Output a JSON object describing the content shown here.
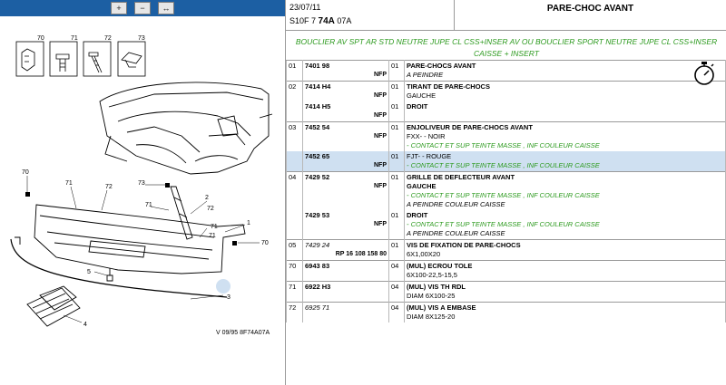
{
  "toolbar": {
    "zoom_in": "+",
    "zoom_out": "−",
    "zoom_fit": "↔"
  },
  "diagram": {
    "part_numbers_top": [
      "70",
      "71",
      "72",
      "73"
    ],
    "callouts": [
      "70",
      "71",
      "72",
      "73",
      "71",
      "2",
      "71",
      "1",
      "70",
      "5",
      "3",
      "4",
      "72",
      "71"
    ],
    "footnote": "V 09/95 8F74A07A"
  },
  "header": {
    "date": "23/07/11",
    "ref_prefix": "S10F 7 ",
    "ref_bold": "74A",
    "ref_suffix": " 07A",
    "title": "PARE-CHOC AVANT"
  },
  "banner": "BOUCLIER AV SPT AR STD NEUTRE JUPE CL CSS+INSER AV OU BOUCLIER SPORT NEUTRE JUPE CL CSS+INSER CAISSE + INSERT",
  "groups": [
    {
      "num": "01",
      "rows": [
        {
          "ref": "7401 98",
          "ref2": "NFP",
          "qty": "01",
          "title": "PARE-CHOCS AVANT",
          "lines": [
            {
              "t": "A PEINDRE",
              "c": "it"
            }
          ]
        }
      ]
    },
    {
      "num": "02",
      "rows": [
        {
          "ref": "7414 H4",
          "ref2": "NFP",
          "qty": "01",
          "title": "TIRANT DE PARE-CHOCS",
          "lines": [
            {
              "t": "GAUCHE",
              "c": "plain"
            }
          ]
        },
        {
          "ref": "7414 H5",
          "ref2": "NFP",
          "qty": "01",
          "title": "DROIT",
          "lines": []
        }
      ]
    },
    {
      "num": "03",
      "rows": [
        {
          "ref": "7452 54",
          "ref2": "NFP",
          "qty": "01",
          "title": "ENJOLIVEUR DE PARE-CHOCS AVANT",
          "lines": [
            {
              "t": "FXX- - NOIR",
              "c": "plain"
            },
            {
              "t": "- CONTACT ET SUP TEINTE MASSE , INF COULEUR CAISSE",
              "c": "gr"
            }
          ]
        },
        {
          "ref": "7452 65",
          "ref2": "NFP",
          "qty": "01",
          "title": "",
          "lines": [
            {
              "t": "FJT- - ROUGE",
              "c": "plain"
            },
            {
              "t": "- CONTACT ET SUP TEINTE MASSE , INF COULEUR CAISSE",
              "c": "gr"
            }
          ],
          "highlight": true
        }
      ]
    },
    {
      "num": "04",
      "rows": [
        {
          "ref": "7429 52",
          "ref2": "NFP",
          "qty": "01",
          "title": "GRILLE DE DEFLECTEUR AVANT",
          "lines": [
            {
              "t": "GAUCHE",
              "c": "bold"
            },
            {
              "t": "- CONTACT ET SUP TEINTE MASSE , INF COULEUR CAISSE",
              "c": "gr"
            },
            {
              "t": "A PEINDRE COULEUR CAISSE",
              "c": "it"
            }
          ]
        },
        {
          "ref": "7429 53",
          "ref2": "NFP",
          "qty": "01",
          "title": "DROIT",
          "lines": [
            {
              "t": "- CONTACT ET SUP TEINTE MASSE , INF COULEUR CAISSE",
              "c": "gr"
            },
            {
              "t": "A PEINDRE COULEUR CAISSE",
              "c": "it"
            }
          ]
        }
      ]
    },
    {
      "num": "05",
      "rows": [
        {
          "ref": "7429 24",
          "ref_italic": true,
          "ref2": "RP 16 108 158 80",
          "qty": "01",
          "title": "VIS DE FIXATION DE PARE-CHOCS",
          "lines": [
            {
              "t": "6X1,00X20",
              "c": "plain"
            }
          ]
        }
      ]
    },
    {
      "num": "70",
      "rows": [
        {
          "ref": "6943 83",
          "ref2": "",
          "qty": "04",
          "title": "(MUL) ECROU TOLE",
          "lines": [
            {
              "t": "6X100-22,5-15,5",
              "c": "plain"
            }
          ]
        }
      ]
    },
    {
      "num": "71",
      "rows": [
        {
          "ref": "6922 H3",
          "ref2": "",
          "qty": "04",
          "title": "(MUL) VIS TH RDL",
          "lines": [
            {
              "t": "DIAM 6X100-25",
              "c": "plain"
            }
          ]
        }
      ]
    },
    {
      "num": "72",
      "rows": [
        {
          "ref": "6925 71",
          "ref_italic": true,
          "ref2": "",
          "qty": "04",
          "title": "(MUL) VIS A EMBASE",
          "lines": [
            {
              "t": "DIAM 8X125-20",
              "c": "plain"
            }
          ]
        }
      ]
    }
  ]
}
